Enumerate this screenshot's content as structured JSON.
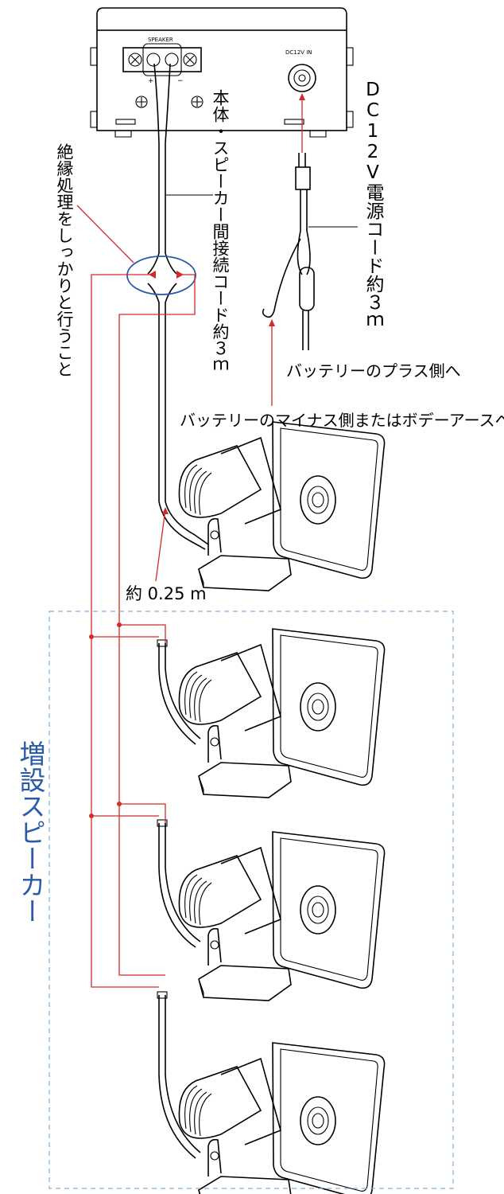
{
  "amplifier": {
    "speaker_terminal_label": "SPEAKER",
    "dc_input_label": "DC12V  IN"
  },
  "labels": {
    "insulation_note": "絶縁処理をしっかりと行うこと",
    "speaker_cord": "本体・スピーカー間接続コード約３ｍ",
    "power_cord": "DC12V電源コード約３ｍ",
    "battery_plus": "バッテリーのプラス側へ",
    "battery_minus": "バッテリーのマイナス側またはボデーアースへ",
    "lead_length": "約 0.25 m",
    "extra_speakers": "増設スピーカー"
  },
  "colors": {
    "wiring": "#d42a2a",
    "highlight": "#2a5aa8",
    "extension_box": "#7fb0dc",
    "line_art": "#000000"
  },
  "speakers": [
    {
      "name": "main-speaker"
    },
    {
      "name": "extra-speaker-1"
    },
    {
      "name": "extra-speaker-2"
    },
    {
      "name": "extra-speaker-3"
    }
  ]
}
